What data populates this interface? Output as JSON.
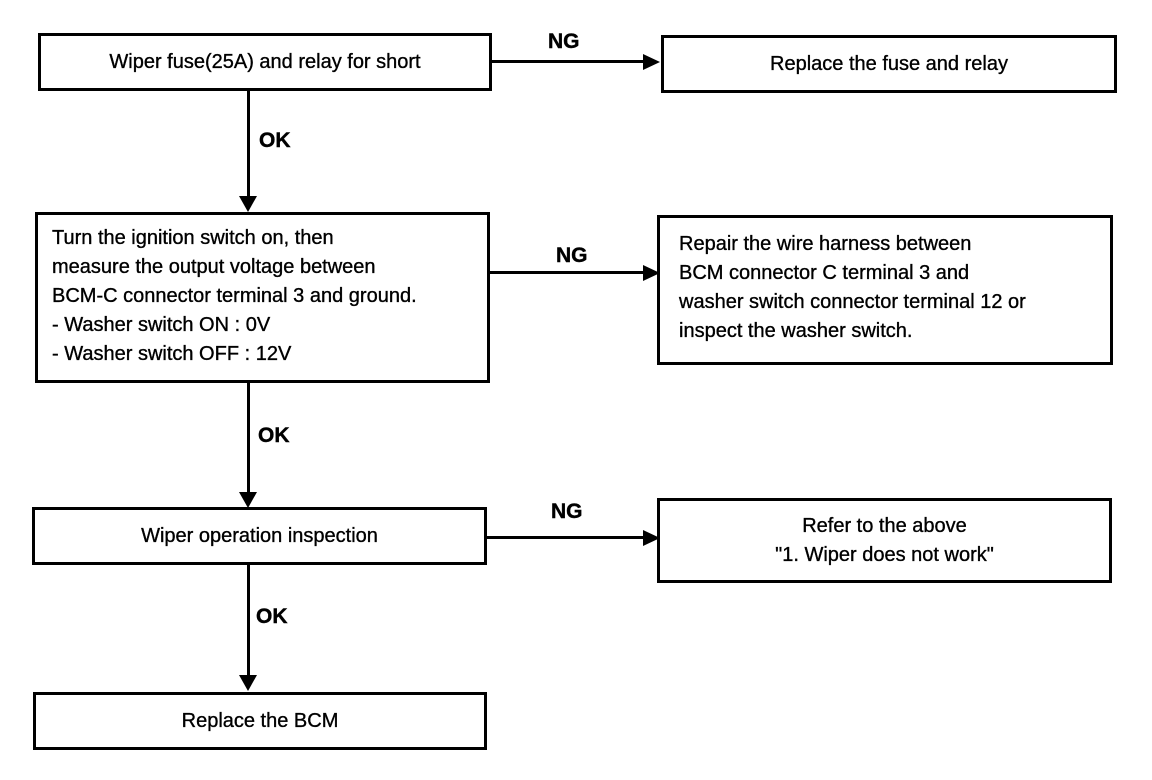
{
  "diagram": {
    "type": "troubleshooting-flowchart",
    "colors": {
      "ink": "#000000",
      "background": "#ffffff"
    },
    "nodes": {
      "check_fuse": {
        "text": "Wiper fuse(25A) and relay for short"
      },
      "replace_fuse": {
        "text": "Replace the fuse and relay"
      },
      "check_voltage": {
        "text": "Turn the ignition switch on, then\nmeasure the output voltage between\nBCM-C connector terminal 3 and ground.\n- Washer switch ON : 0V\n- Washer switch OFF : 12V"
      },
      "repair_harness": {
        "text": "Repair the wire harness between\nBCM connector C terminal 3 and\nwasher switch connector terminal 12 or\ninspect the washer switch."
      },
      "wiper_inspection": {
        "text": "Wiper operation inspection"
      },
      "refer_above": {
        "text": "Refer to the above\n\"1. Wiper does not work\""
      },
      "replace_bcm": {
        "text": "Replace the BCM"
      }
    },
    "edges": [
      {
        "from": "check_fuse",
        "to": "replace_fuse",
        "label": "NG"
      },
      {
        "from": "check_fuse",
        "to": "check_voltage",
        "label": "OK"
      },
      {
        "from": "check_voltage",
        "to": "repair_harness",
        "label": "NG"
      },
      {
        "from": "check_voltage",
        "to": "wiper_inspection",
        "label": "OK"
      },
      {
        "from": "wiper_inspection",
        "to": "refer_above",
        "label": "NG"
      },
      {
        "from": "wiper_inspection",
        "to": "replace_bcm",
        "label": "OK"
      }
    ]
  }
}
